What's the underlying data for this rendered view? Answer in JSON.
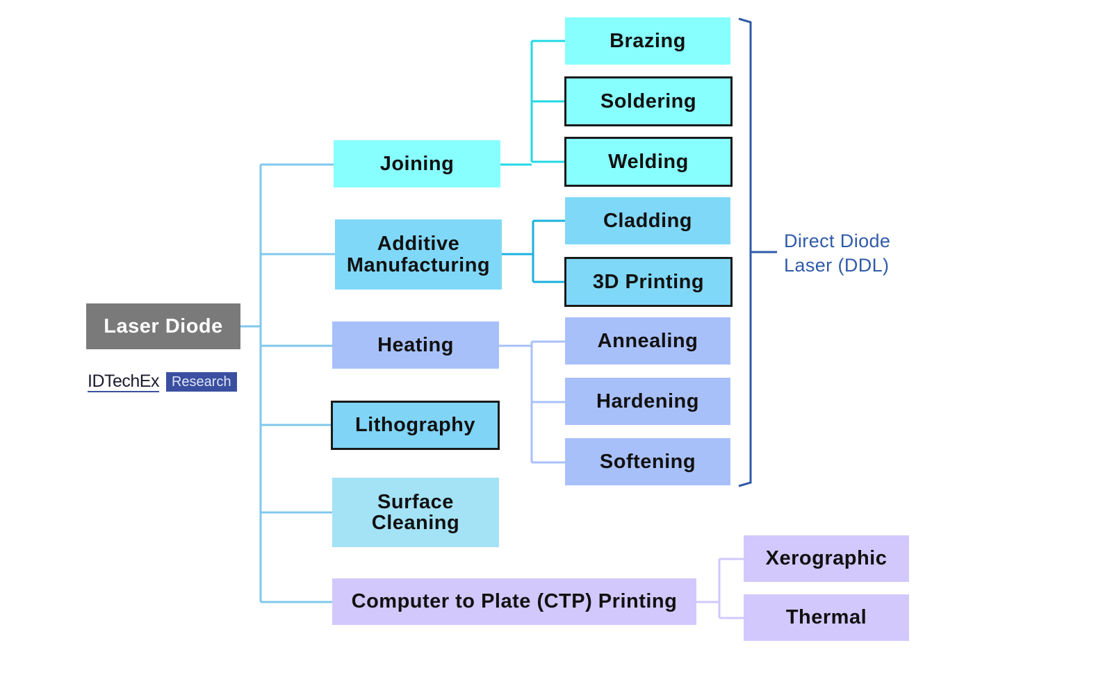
{
  "root": {
    "label": "Laser Diode",
    "color": "#7a7a7a"
  },
  "logo": {
    "brand": "IDTechEx",
    "badge": "Research"
  },
  "categories": [
    {
      "id": "joining",
      "label": "Joining",
      "color": "#88ffff"
    },
    {
      "id": "am",
      "label": "Additive Manufacturing",
      "color": "#80d8f8"
    },
    {
      "id": "heating",
      "label": "Heating",
      "color": "#a8c0fa"
    },
    {
      "id": "litho",
      "label": "Lithography",
      "color": "#80d4f6"
    },
    {
      "id": "surface",
      "label": "Surface Cleaning",
      "color": "#a4e2f6"
    },
    {
      "id": "ctp",
      "label": "Computer to Plate (CTP) Printing",
      "color": "#d2c8fc"
    }
  ],
  "applications": {
    "joining": [
      "Brazing",
      "Soldering",
      "Welding"
    ],
    "am": [
      "Cladding",
      "3D Printing"
    ],
    "heating": [
      "Annealing",
      "Hardening",
      "Softening"
    ],
    "ctp": [
      "Xerographic",
      "Thermal"
    ]
  },
  "bracket": {
    "label": "Direct Diode Laser (DDL)",
    "color": "#2f5aa8"
  }
}
